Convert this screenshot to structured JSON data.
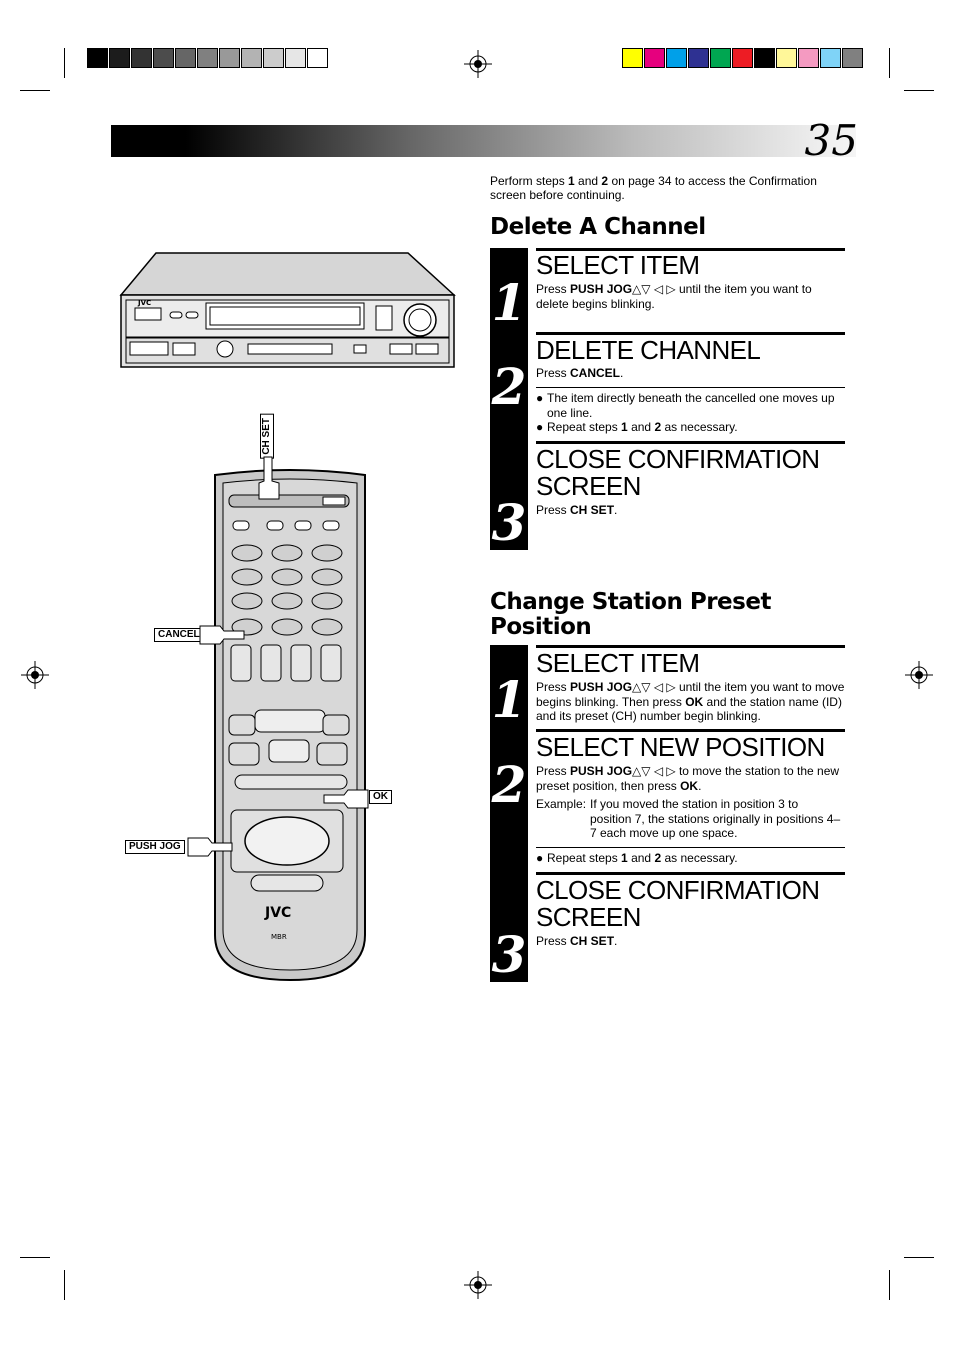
{
  "page": {
    "number": "35"
  },
  "colors": {
    "gray_swatches": [
      "#000000",
      "#1c1c1c",
      "#333333",
      "#4c4c4c",
      "#666666",
      "#808080",
      "#999999",
      "#b3b3b3",
      "#cccccc",
      "#e6e6e6",
      "#ffffff"
    ],
    "color_swatches": [
      "#ffff00",
      "#e6007e",
      "#00a0e9",
      "#2e3192",
      "#00a651",
      "#ed1c24",
      "#000000",
      "#fff799",
      "#f49ac1",
      "#7fd3f7",
      "#808080"
    ]
  },
  "intro": {
    "p1": "Perform steps ",
    "s1": "1",
    "p2": " and ",
    "s2": "2",
    "p3": " on page 34 to access the Confirmation screen before continuing."
  },
  "delete": {
    "heading": "Delete A Channel",
    "step1": {
      "num": "1",
      "title": "SELECT ITEM",
      "pre": "Press ",
      "bold": "PUSH JOG",
      "arrows": "△▽ ◁ ▷",
      "post": " until the item you want to delete begins blinking."
    },
    "step2": {
      "num": "2",
      "title": "DELETE CHANNEL",
      "pre": "Press ",
      "bold": "CANCEL",
      "post": ".",
      "bullet1": "The item directly beneath the cancelled one moves up one line.",
      "bullet2_pre": "Repeat steps ",
      "bullet2_s1": "1",
      "bullet2_mid": " and ",
      "bullet2_s2": "2",
      "bullet2_post": " as necessary."
    },
    "step3": {
      "num": "3",
      "title_line1": "CLOSE CONFIRMATION",
      "title_line2": "SCREEN",
      "pre": "Press ",
      "bold": "CH SET",
      "post": "."
    }
  },
  "change": {
    "heading_line1": "Change Station Preset",
    "heading_line2": "Position",
    "step1": {
      "num": "1",
      "title": "SELECT ITEM",
      "pre": "Press ",
      "bold": "PUSH JOG",
      "arrows": "△▽ ◁ ▷",
      "mid": " until the item you want to move begins blinking. Then press ",
      "bold2": "OK",
      "post": " and the station name (ID) and its preset (CH) number begin blinking."
    },
    "step2": {
      "num": "2",
      "title": "SELECT NEW POSITION",
      "pre": "Press ",
      "bold": "PUSH JOG",
      "arrows": "△▽ ◁ ▷",
      "mid": " to move the station to the new preset position, then press ",
      "bold2": "OK",
      "post": ".",
      "example_label": "Example:",
      "example_text": "If you moved the station in position 3 to position 7, the stations originally in positions 4–7 each move up one space.",
      "bullet_pre": "Repeat steps ",
      "bullet_s1": "1",
      "bullet_mid": " and ",
      "bullet_s2": "2",
      "bullet_post": " as necessary."
    },
    "step3": {
      "num": "3",
      "title_line1": "CLOSE CONFIRMATION",
      "title_line2": "SCREEN",
      "pre": "Press ",
      "bold": "CH SET",
      "post": "."
    }
  },
  "illustration": {
    "vcr_brand": "JVC",
    "remote_brand": "JVC",
    "remote_logo": "MBR",
    "callouts": {
      "ch_set": "CH SET",
      "cancel": "CANCEL",
      "ok": "OK",
      "push_jog": "PUSH JOG"
    }
  }
}
